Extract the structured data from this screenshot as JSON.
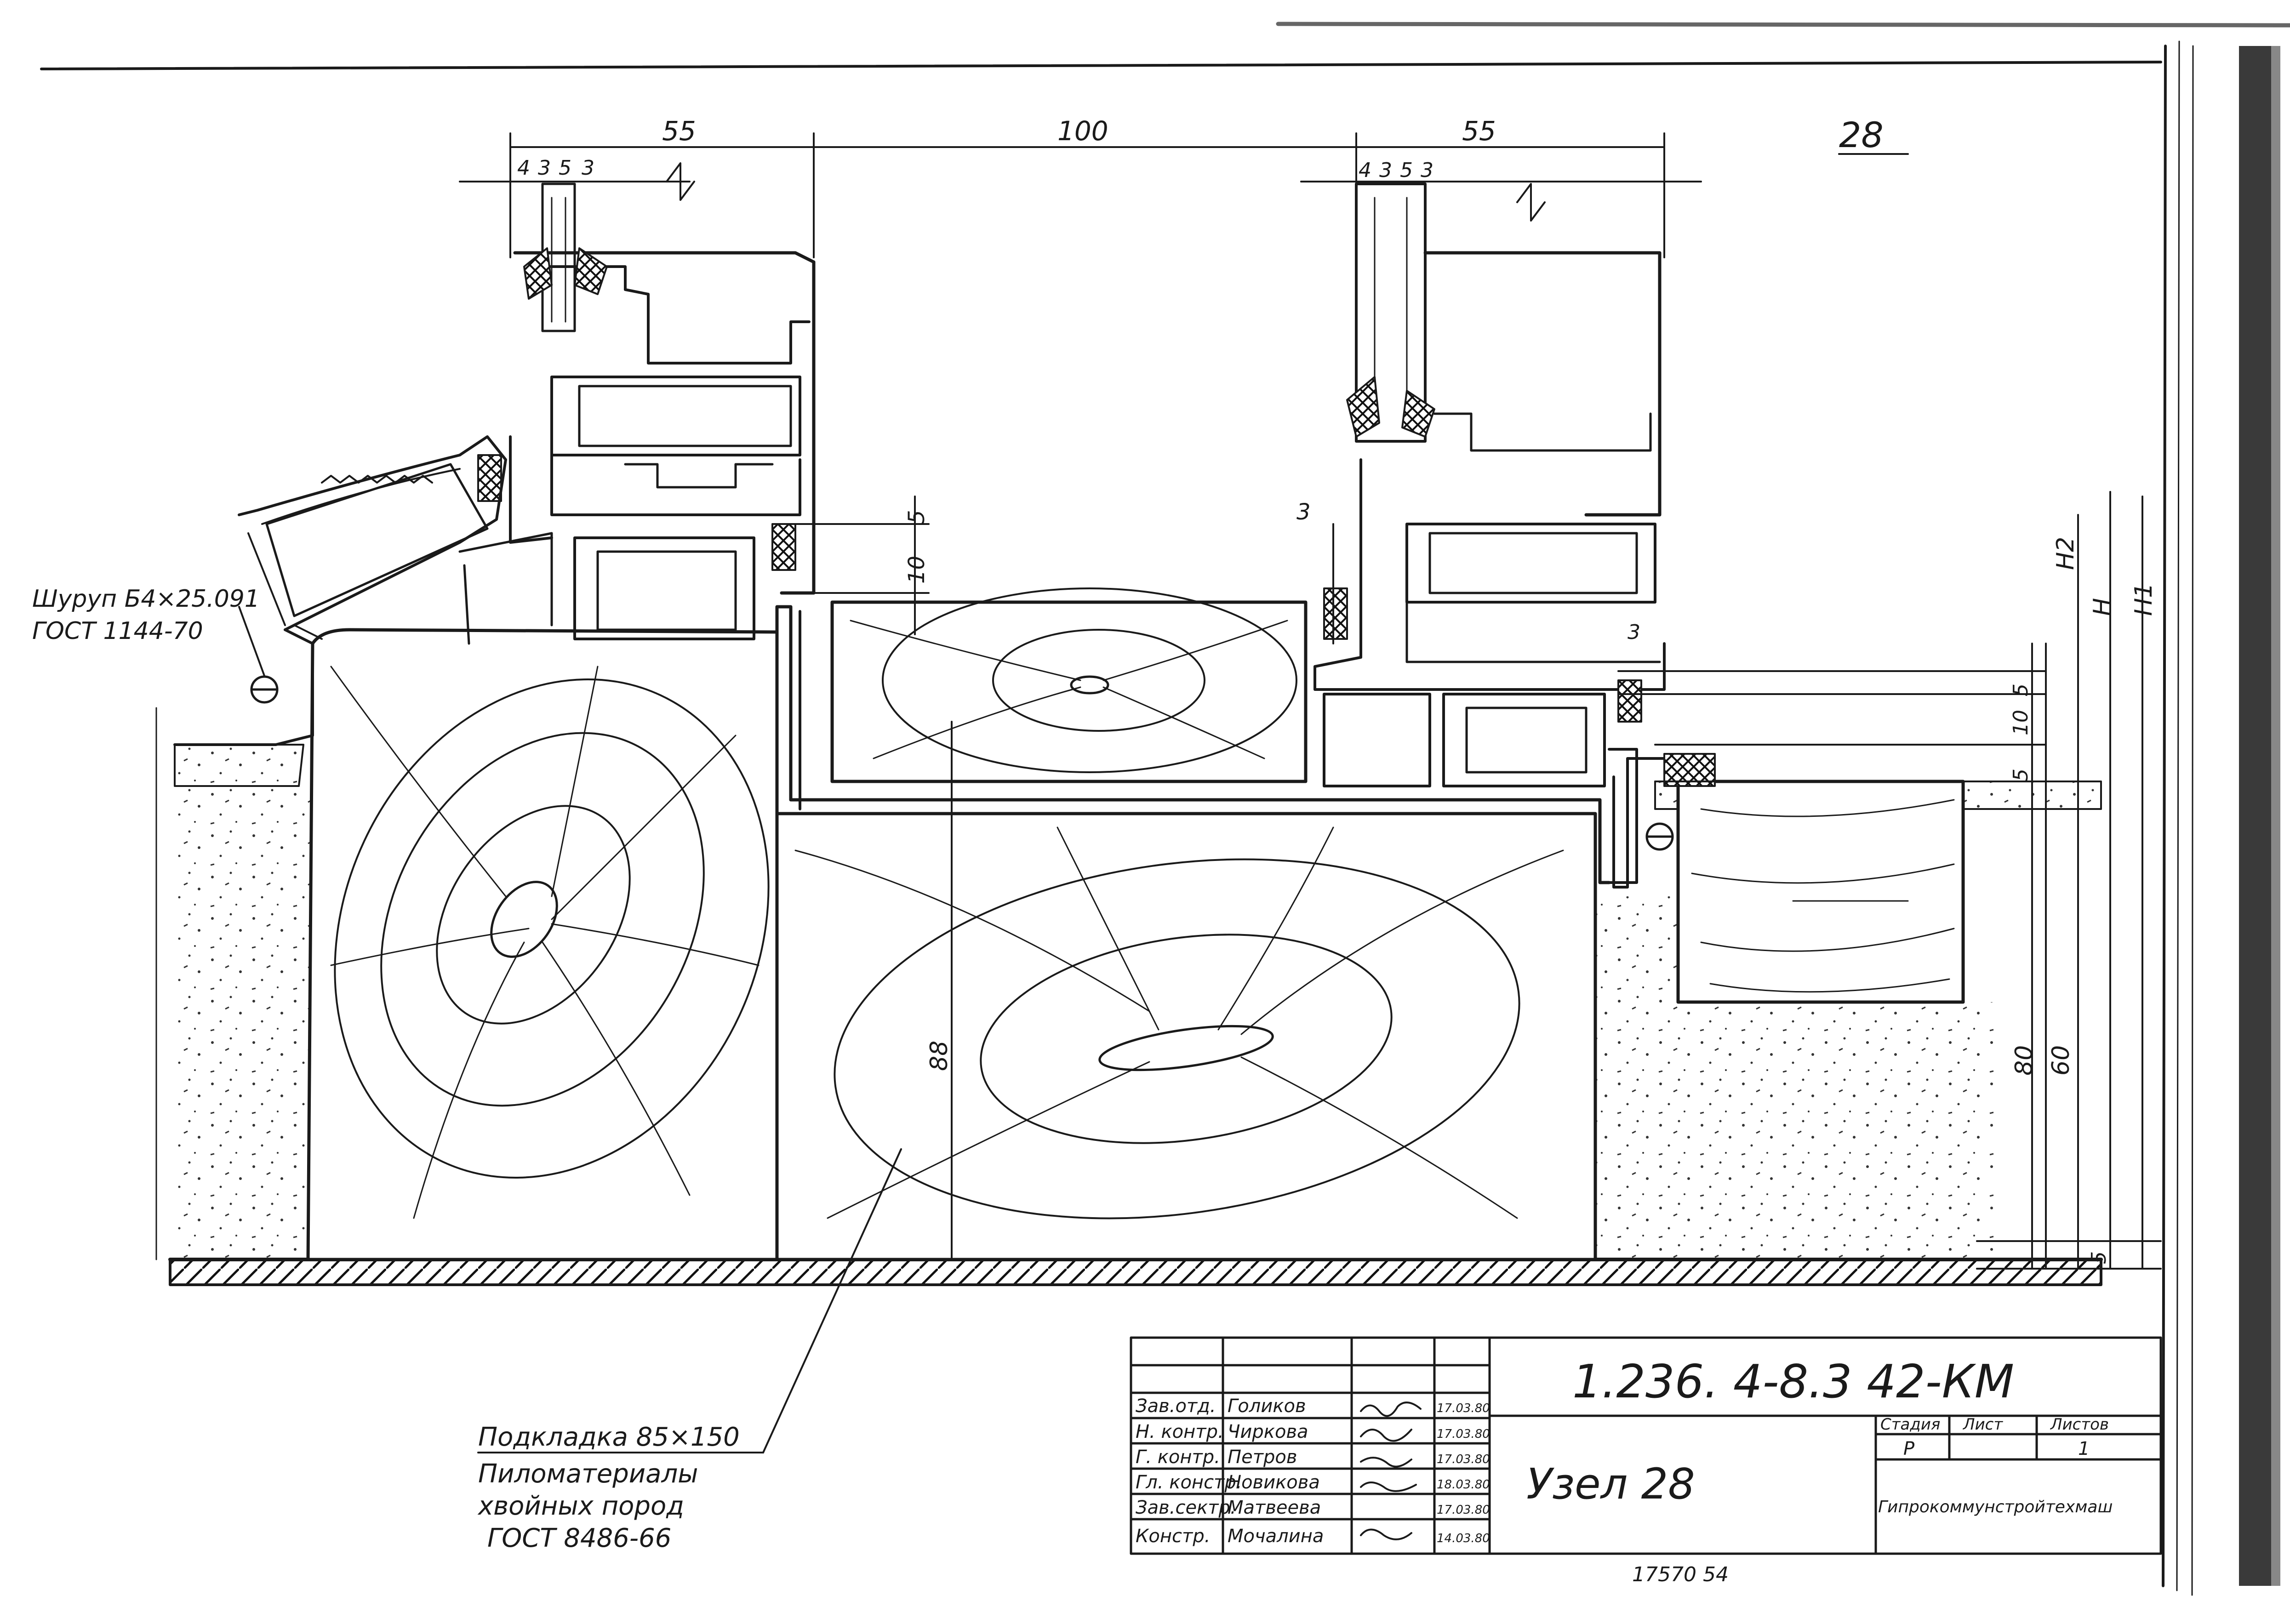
{
  "detail_number": "28",
  "dimensions": {
    "left_frame_width": "55",
    "center_gap": "100",
    "right_frame_width": "55",
    "left_glazing_layers": [
      "4",
      "3",
      "5",
      "3"
    ],
    "right_glazing_layers": [
      "4",
      "3",
      "5",
      "3"
    ],
    "dim_5_upper": "5",
    "dim_10_upper": "10",
    "dim_3_left": "3",
    "dim_3_right": "3",
    "dim_5_right": "5",
    "dim_10_right": "10",
    "dim_5_right_lower": "5",
    "dim_88": "88",
    "dim_80": "80",
    "dim_60": "60",
    "dim_5_bottom": "5",
    "level_H2": "H2",
    "level_H": "H",
    "level_H1": "H1"
  },
  "callouts": {
    "screw_line1": "Шуруп Б4×25.091",
    "screw_line2": "ГОСТ 1144-70",
    "pad_line1": "Подкладка  85×150",
    "pad_line2": "Пиломатериалы",
    "pad_line3": "хвойных пород",
    "pad_line4": "ГОСТ 8486-66"
  },
  "title_block": {
    "drawing_code": "1.236. 4-8.3  42-КМ",
    "title": "Узел 28",
    "stage_header": "Стадия",
    "sheet_header": "Лист",
    "sheets_header": "Листов",
    "stage_value": "Р",
    "sheets_value": "1",
    "organization": "Гипрокоммунстройтехмаш",
    "signatures": [
      {
        "role": "Зав.отд.",
        "name": "Голиков",
        "date": "17.03.80"
      },
      {
        "role": "Н. контр.",
        "name": "Чиркова",
        "date": "17.03.80"
      },
      {
        "role": "Г. контр.",
        "name": "Петров",
        "date": "17.03.80"
      },
      {
        "role": "Гл. констр.",
        "name": "Новикова",
        "date": "18.03.80"
      },
      {
        "role": "Зав.сектр.",
        "name": "Матвеева",
        "date": "17.03.80"
      },
      {
        "role": "Констр.",
        "name": "Мочалина",
        "date": "14.03.80"
      }
    ],
    "footer_number": "17570  54"
  }
}
